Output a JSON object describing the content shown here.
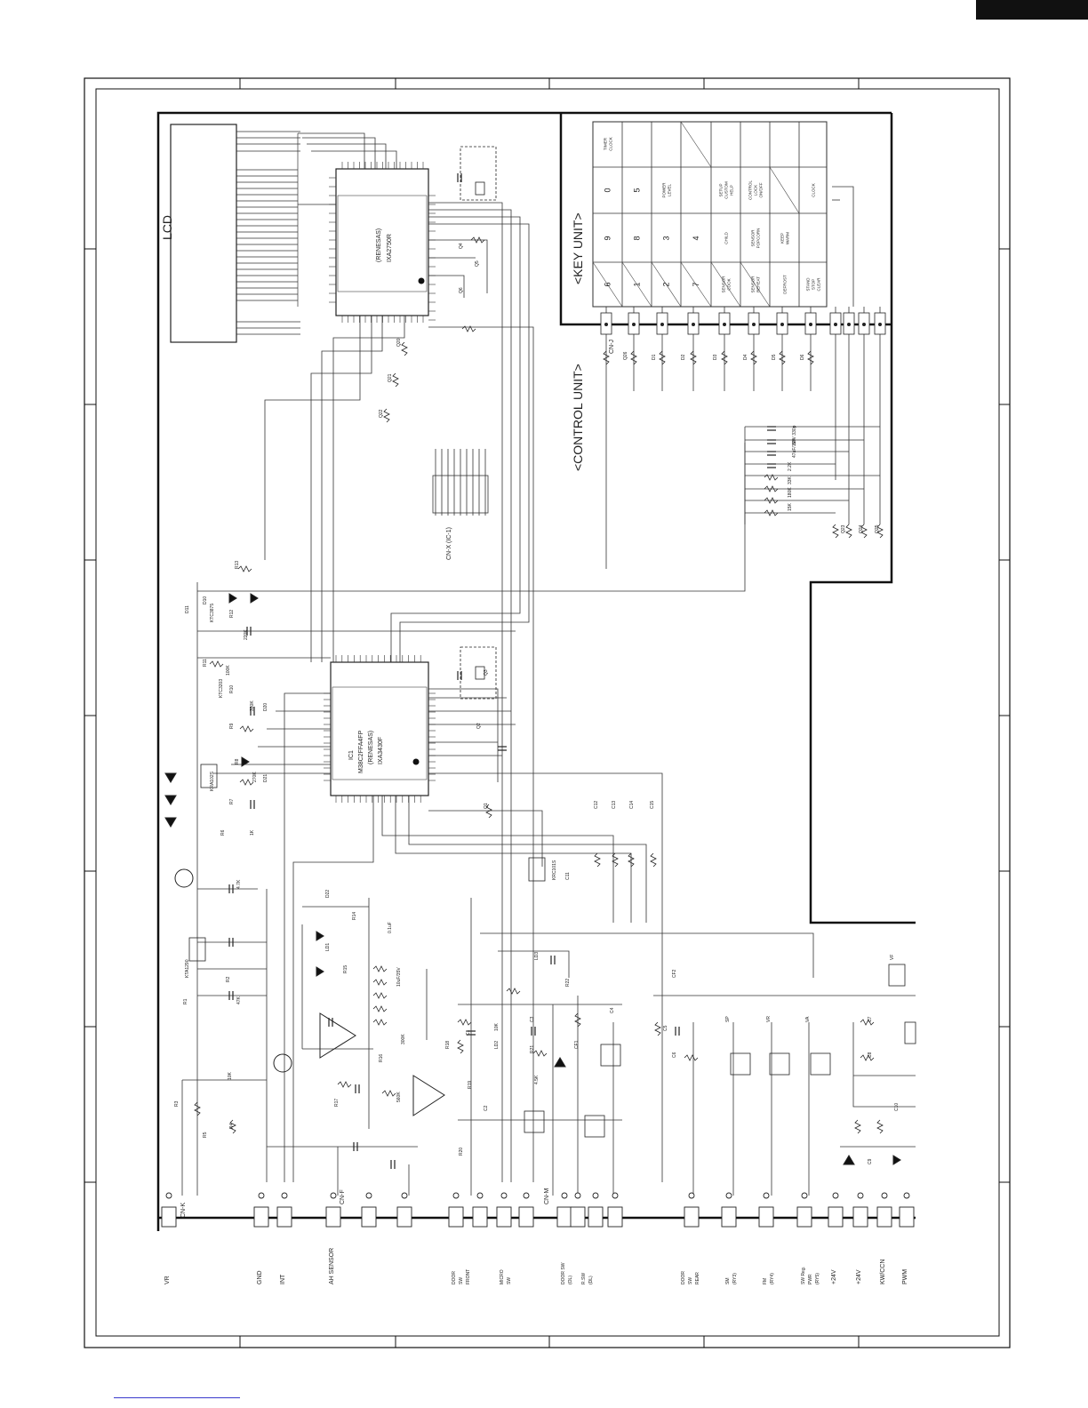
{
  "sheet": {
    "sections": {
      "control_unit": "<CONTROL UNIT>",
      "key_unit": "<KEY UNIT>",
      "lcd": "LCD"
    },
    "ics": [
      {
        "name": "ic-top",
        "lines": [
          "(RENESAS)",
          "IXA2750R"
        ]
      },
      {
        "name": "ic-bottom",
        "lines": [
          "IC1",
          "M38C2FFA4FP",
          "(RENESAS)",
          "IXA3430F"
        ]
      }
    ],
    "connectors": {
      "cn_k": "CN-K",
      "cn_f": "CN-F",
      "cn_m": "CN-M",
      "cn_j": "CN-J",
      "cn_x": "CN-X  (IC-1)"
    },
    "bottom_labels": [
      "VR",
      "GND",
      "INT",
      "AH SENSOR",
      "DOOR\nSW\nFRONT",
      "MICRO\nSW",
      "DOOR SW\n(OL)",
      "R.SW\n(DL)",
      "DOOR\nSW\nREAR",
      "SM\n(RY3)",
      "FM\n(RY4)",
      "SW Reg.\nPWR\n(RY5)",
      "+24V",
      "+24V",
      "KW/CCN",
      "PWM"
    ],
    "key_grid": {
      "rows": [
        [
          "",
          "",
          "",
          "",
          "",
          "",
          "",
          ""
        ],
        [
          "6",
          "1",
          "2",
          "7",
          "SENSOR\nCOOK",
          "SENSOR\nREHEAT",
          "DEFROST",
          "STAND\nSTOP\nCLEAR"
        ],
        [
          "9",
          "8",
          "3",
          "4",
          "CHILD",
          "SENSOR\nPOPCORN",
          "KEEP\nWARM",
          ""
        ],
        [
          "0",
          "5",
          "POWER\nLEVEL",
          "",
          "SETUP\nCUSTOM\nHELP",
          "CONTROL\nLOCK\nON/OFF",
          "",
          "CLOCK"
        ],
        [
          "TIMER\nCLOCK",
          "",
          "",
          "",
          "",
          "",
          "",
          ""
        ]
      ]
    },
    "component_labels": [
      "R1",
      "R2",
      "R3",
      "R4",
      "R5",
      "R6",
      "R7",
      "R8",
      "R9",
      "R10",
      "R11",
      "R12",
      "R13",
      "R14",
      "R15",
      "R16",
      "R17",
      "R18",
      "R19",
      "R20",
      "R21",
      "R22",
      "C1",
      "C2",
      "C3",
      "C4",
      "C5",
      "C6",
      "C7",
      "C8",
      "C9",
      "C10",
      "C11",
      "C12",
      "C13",
      "C14",
      "C15",
      "Q1",
      "Q2",
      "Q3",
      "Q4",
      "Q5",
      "Q6",
      "Q20",
      "Q21",
      "Q22",
      "Q23",
      "Q24",
      "Q25",
      "Q26",
      "D1",
      "D2",
      "D3",
      "D4",
      "D5",
      "D6",
      "D10",
      "D11",
      "D20",
      "D21",
      "D22",
      "LD1",
      "LD2",
      "LD3",
      "CF1",
      "CF2",
      "SP",
      "VR",
      "VA",
      "VF"
    ],
    "values": [
      "47K",
      "10K",
      "4.7K",
      "1K",
      "270K",
      "330K",
      "100K",
      "220K",
      "0.1uF",
      "10uF/35V",
      "50V 330p",
      "47uF/16V",
      "2.2K",
      "33K",
      "180K",
      "15K",
      "300K",
      "560K",
      "10K",
      "4.5K"
    ],
    "chips": [
      "KTC3875",
      "KRA102S",
      "KRC101S",
      "KTC3203",
      "KTA1290"
    ]
  },
  "colors": {
    "ink": "#222222",
    "frame": "#111111",
    "link": "#3a3acc"
  }
}
